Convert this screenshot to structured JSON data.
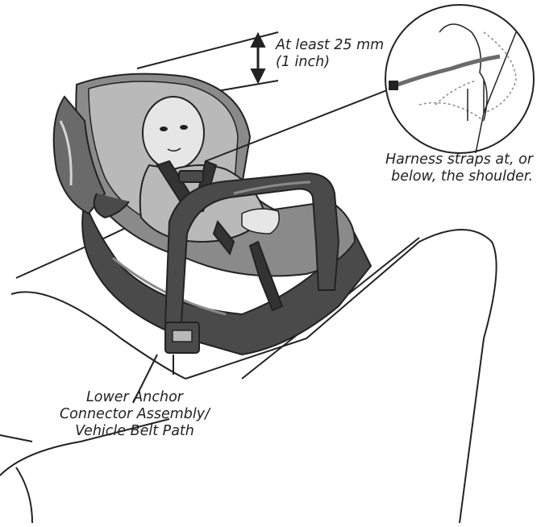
{
  "callouts": {
    "clearance": {
      "line1": "At least 25 mm",
      "line2": "(1 inch)"
    },
    "harness": {
      "line1": "Harness straps at, or",
      "line2": "below, the shoulder."
    },
    "anchor": {
      "line1": "Lower Anchor",
      "line2": "Connector Assembly/",
      "line3": "Vehicle Belt Path"
    }
  },
  "colors": {
    "outline": "#222222",
    "shell_dark": "#4a4a4a",
    "shell_mid": "#8a8a8a",
    "fabric": "#b9b9b9",
    "fabric_light": "#d6d6d6",
    "skin": "#e6e6e6"
  }
}
